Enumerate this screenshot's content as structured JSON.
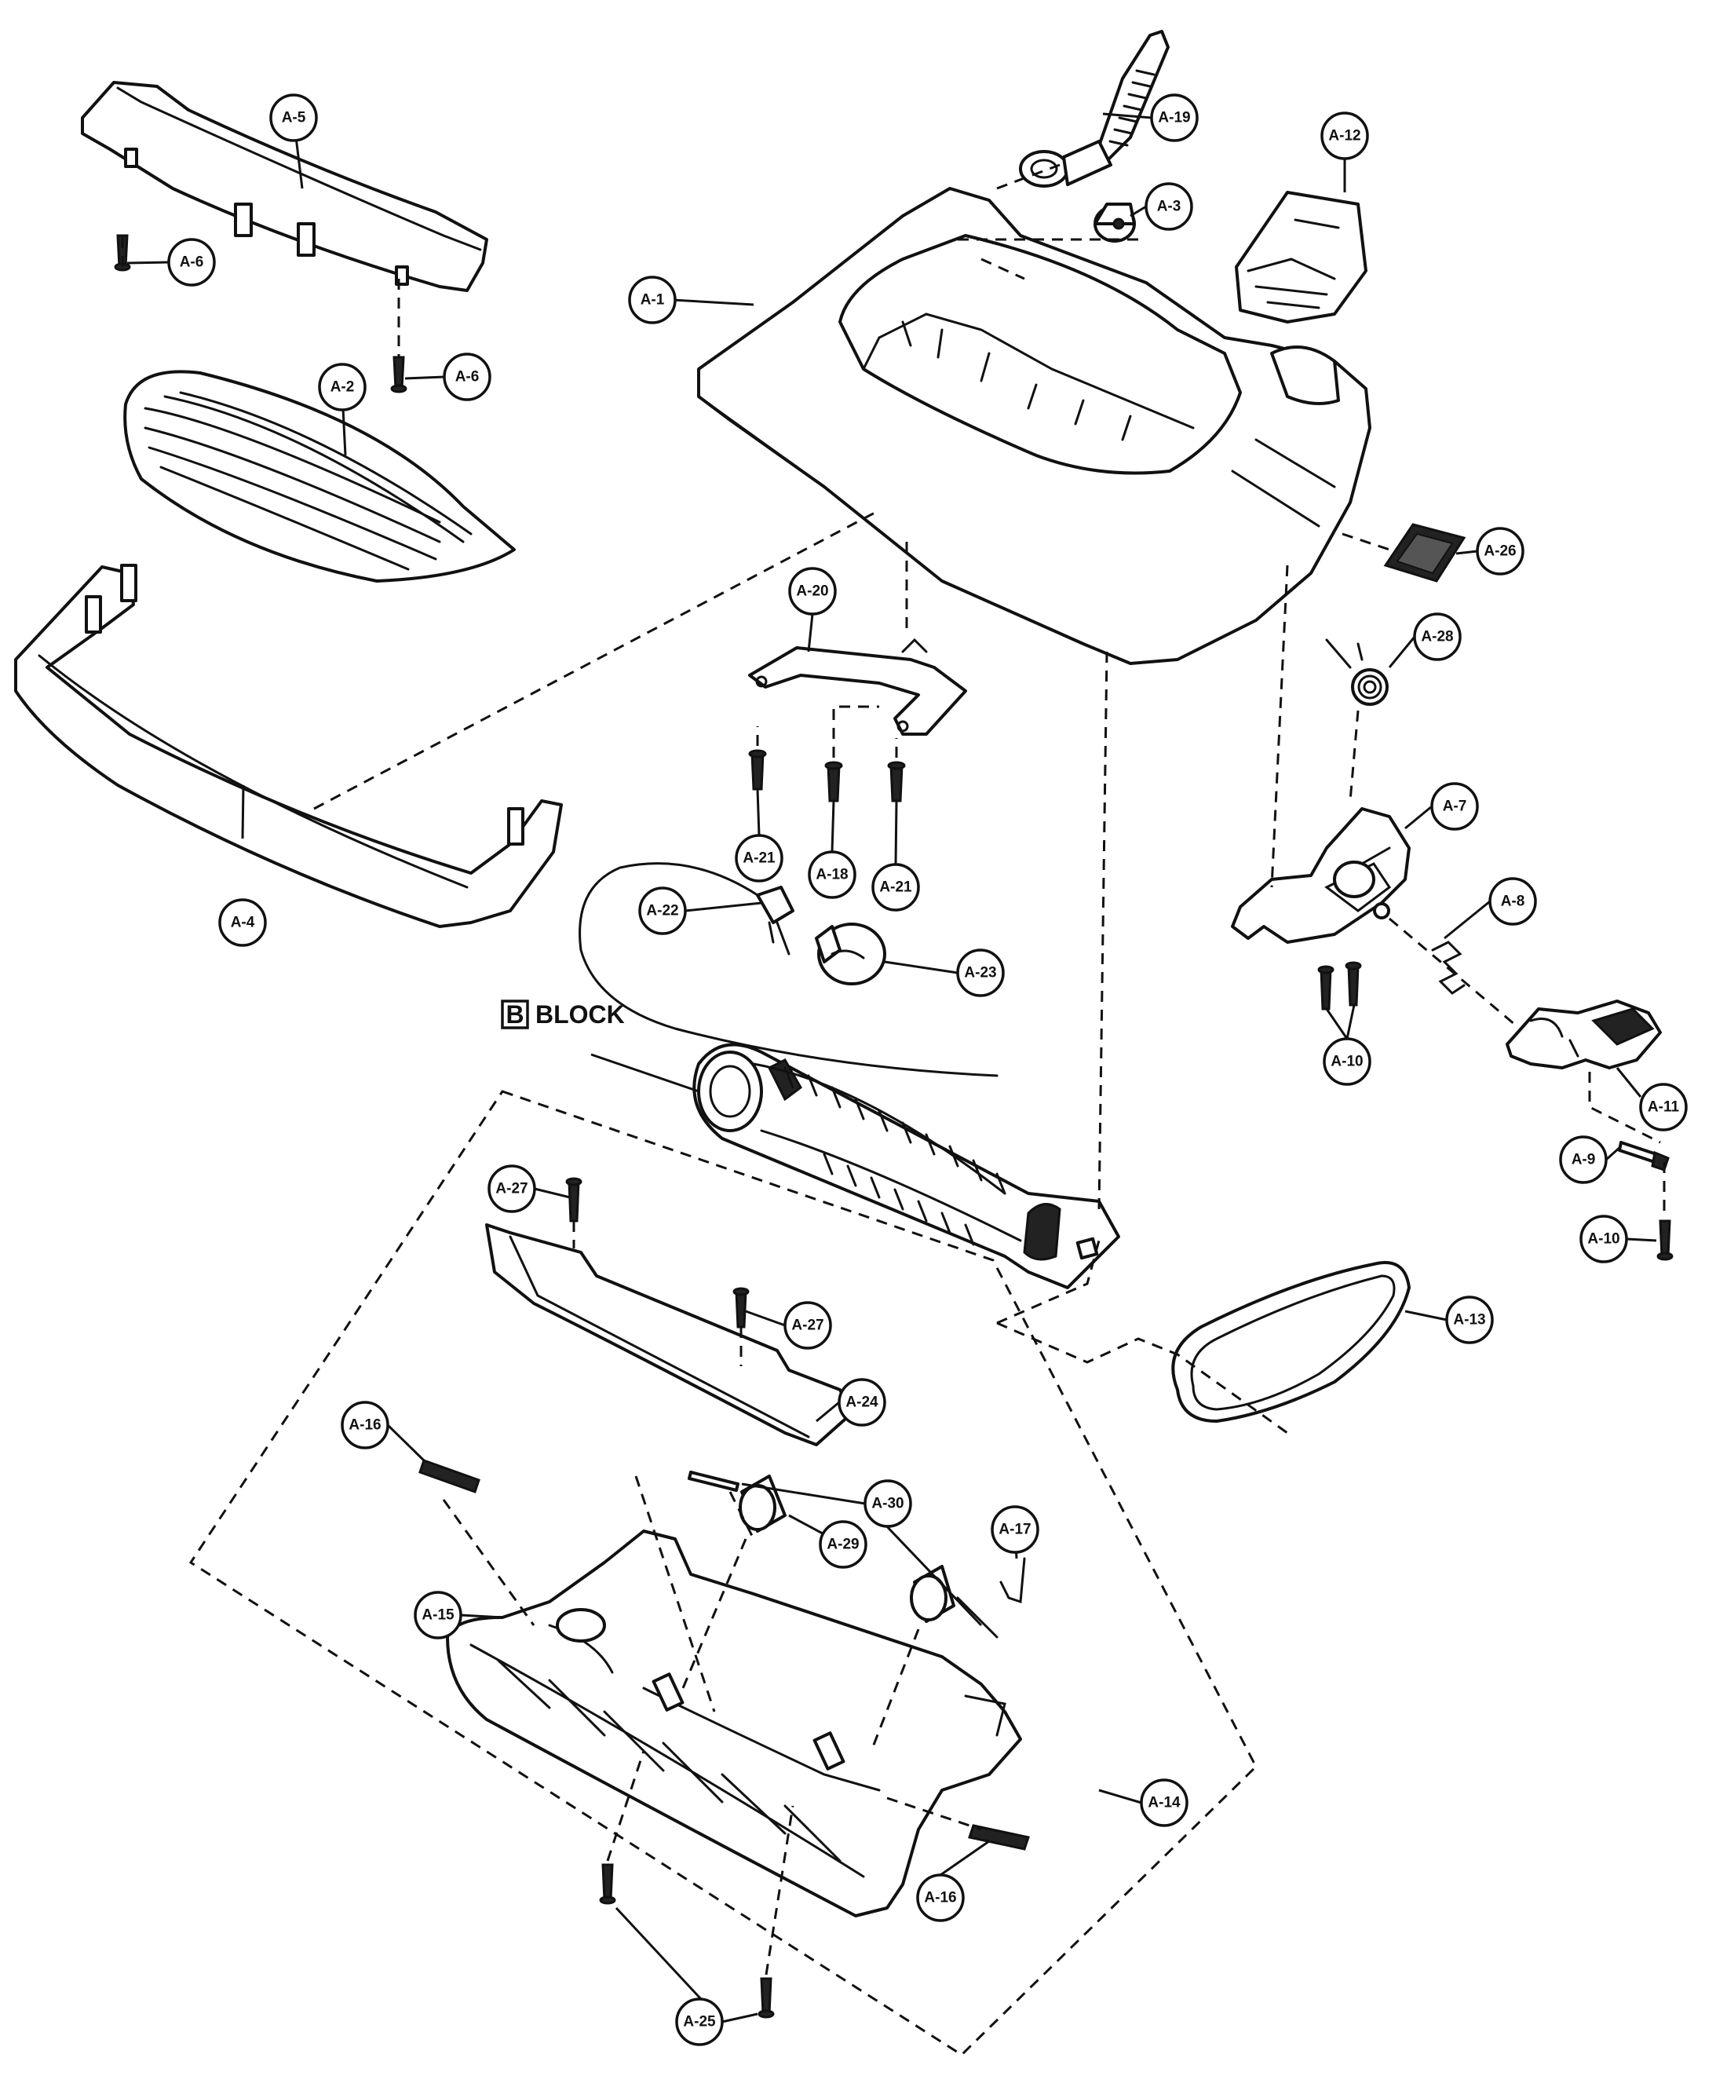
{
  "block_label": {
    "letter": "B",
    "word": "BLOCK"
  },
  "labels": [
    {
      "id": "A-1"
    },
    {
      "id": "A-2"
    },
    {
      "id": "A-3"
    },
    {
      "id": "A-4"
    },
    {
      "id": "A-5"
    },
    {
      "id": "A-6"
    },
    {
      "id": "A-6"
    },
    {
      "id": "A-7"
    },
    {
      "id": "A-8"
    },
    {
      "id": "A-9"
    },
    {
      "id": "A-10"
    },
    {
      "id": "A-10"
    },
    {
      "id": "A-11"
    },
    {
      "id": "A-12"
    },
    {
      "id": "A-13"
    },
    {
      "id": "A-14"
    },
    {
      "id": "A-15"
    },
    {
      "id": "A-16"
    },
    {
      "id": "A-16"
    },
    {
      "id": "A-17"
    },
    {
      "id": "A-18"
    },
    {
      "id": "A-19"
    },
    {
      "id": "A-20"
    },
    {
      "id": "A-21"
    },
    {
      "id": "A-21"
    },
    {
      "id": "A-22"
    },
    {
      "id": "A-23"
    },
    {
      "id": "A-24"
    },
    {
      "id": "A-25"
    },
    {
      "id": "A-26"
    },
    {
      "id": "A-27"
    },
    {
      "id": "A-27"
    },
    {
      "id": "A-28"
    },
    {
      "id": "A-29"
    },
    {
      "id": "A-30"
    }
  ]
}
